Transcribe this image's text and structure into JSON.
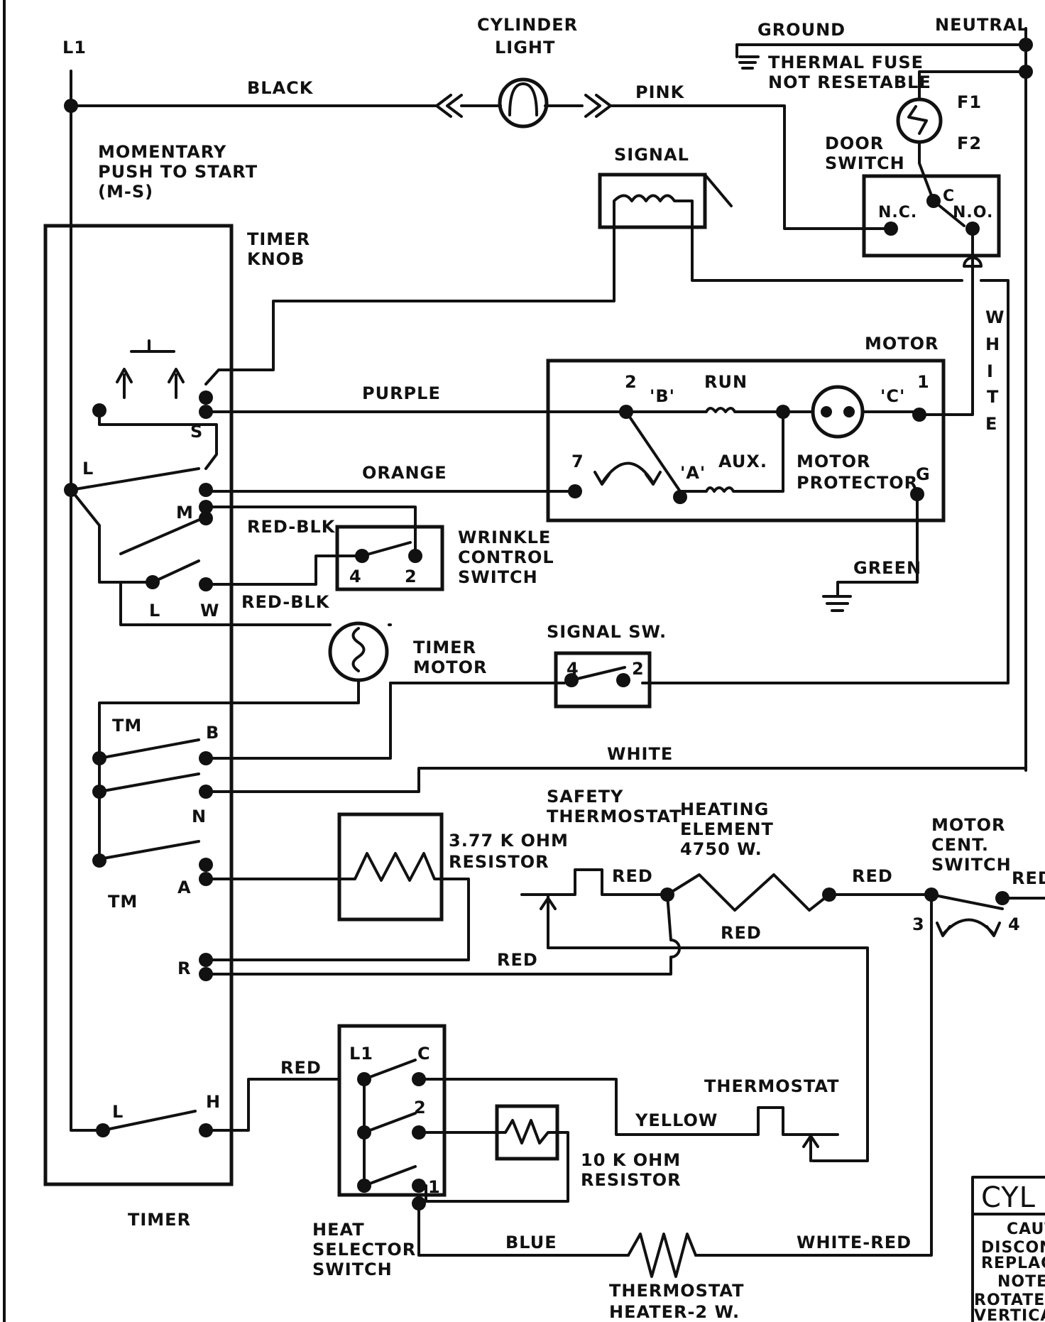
{
  "labels": {
    "l1": "L1",
    "cylinder_light": [
      "CYLINDER",
      "LIGHT"
    ],
    "ground": "GROUND",
    "neutral": "NEUTRAL",
    "thermal_fuse": [
      "THERMAL FUSE",
      "NOT RESETABLE"
    ],
    "f1": "F1",
    "f2": "F2",
    "black": "BLACK",
    "pink": "PINK",
    "signal": "SIGNAL",
    "door_switch": [
      "DOOR",
      "SWITCH"
    ],
    "nc": "N.C.",
    "c": "C",
    "no": "N.O.",
    "momentary": [
      "MOMENTARY",
      "PUSH TO START",
      "(M-S)"
    ],
    "timer_knob": [
      "TIMER",
      "KNOB"
    ],
    "motor": "MOTOR",
    "white_vertical": [
      "W",
      "H",
      "I",
      "T",
      "E"
    ],
    "purple": "PURPLE",
    "term_2": "2",
    "term_b": "'B'",
    "run": "RUN",
    "term_c": "'C'",
    "term_1": "1",
    "orange": "ORANGE",
    "term_7": "7",
    "term_a": "'A'",
    "aux": "AUX.",
    "motor_protector": [
      "MOTOR",
      "PROTECTOR"
    ],
    "term_g": "G",
    "s": "S",
    "l_top": "L",
    "m": "M",
    "red_blk_1": "RED-BLK",
    "wrinkle": [
      "WRINKLE",
      "CONTROL",
      "SWITCH"
    ],
    "wc_4": "4",
    "wc_2": "2",
    "green": "GREEN",
    "l_mid": "L",
    "w": "W",
    "red_blk_2": "RED-BLK",
    "timer_motor": [
      "TIMER",
      "MOTOR"
    ],
    "signal_sw": "SIGNAL SW.",
    "ssw_4": "4",
    "ssw_2": "2",
    "tm_1": "TM",
    "b": "B",
    "white": "WHITE",
    "n": "N",
    "resistor_377": [
      "3.77 K OHM",
      "RESISTOR"
    ],
    "safety_thermostat": [
      "SAFETY",
      "THERMOSTAT"
    ],
    "heating_element": [
      "HEATING",
      "ELEMENT",
      "4750 W."
    ],
    "motor_cent": [
      "MOTOR",
      "CENT.",
      "SWITCH"
    ],
    "tm_2": "TM",
    "a": "A",
    "red_1": "RED",
    "red_2": "RED",
    "red_3": "RED",
    "mcs_3": "3",
    "mcs_4": "4",
    "red_4": "RED",
    "r": "R",
    "red_5": "RED",
    "red_6": "RED",
    "l1_hs": "L1",
    "c_hs": "C",
    "thermostat": "THERMOSTAT",
    "l_bottom": "L",
    "h": "H",
    "hs_2": "2",
    "yellow": "YELLOW",
    "resistor_10k": [
      "10 K OHM",
      "RESISTOR"
    ],
    "hs_1": "1",
    "timer": "TIMER",
    "heat_selector": [
      "HEAT",
      "SELECTOR",
      "SWITCH"
    ],
    "blue": "BLUE",
    "white_red": "WHITE-RED",
    "thermostat_heater": [
      "THERMOSTAT",
      "HEATER-2 W."
    ],
    "cyl": "CYL",
    "caut": "CAUT",
    "disconn": [
      "DISCONN",
      "REPLACI"
    ],
    "note": "NOTE",
    "rotate": [
      "ROTATE (",
      "VERTICAL"
    ]
  }
}
